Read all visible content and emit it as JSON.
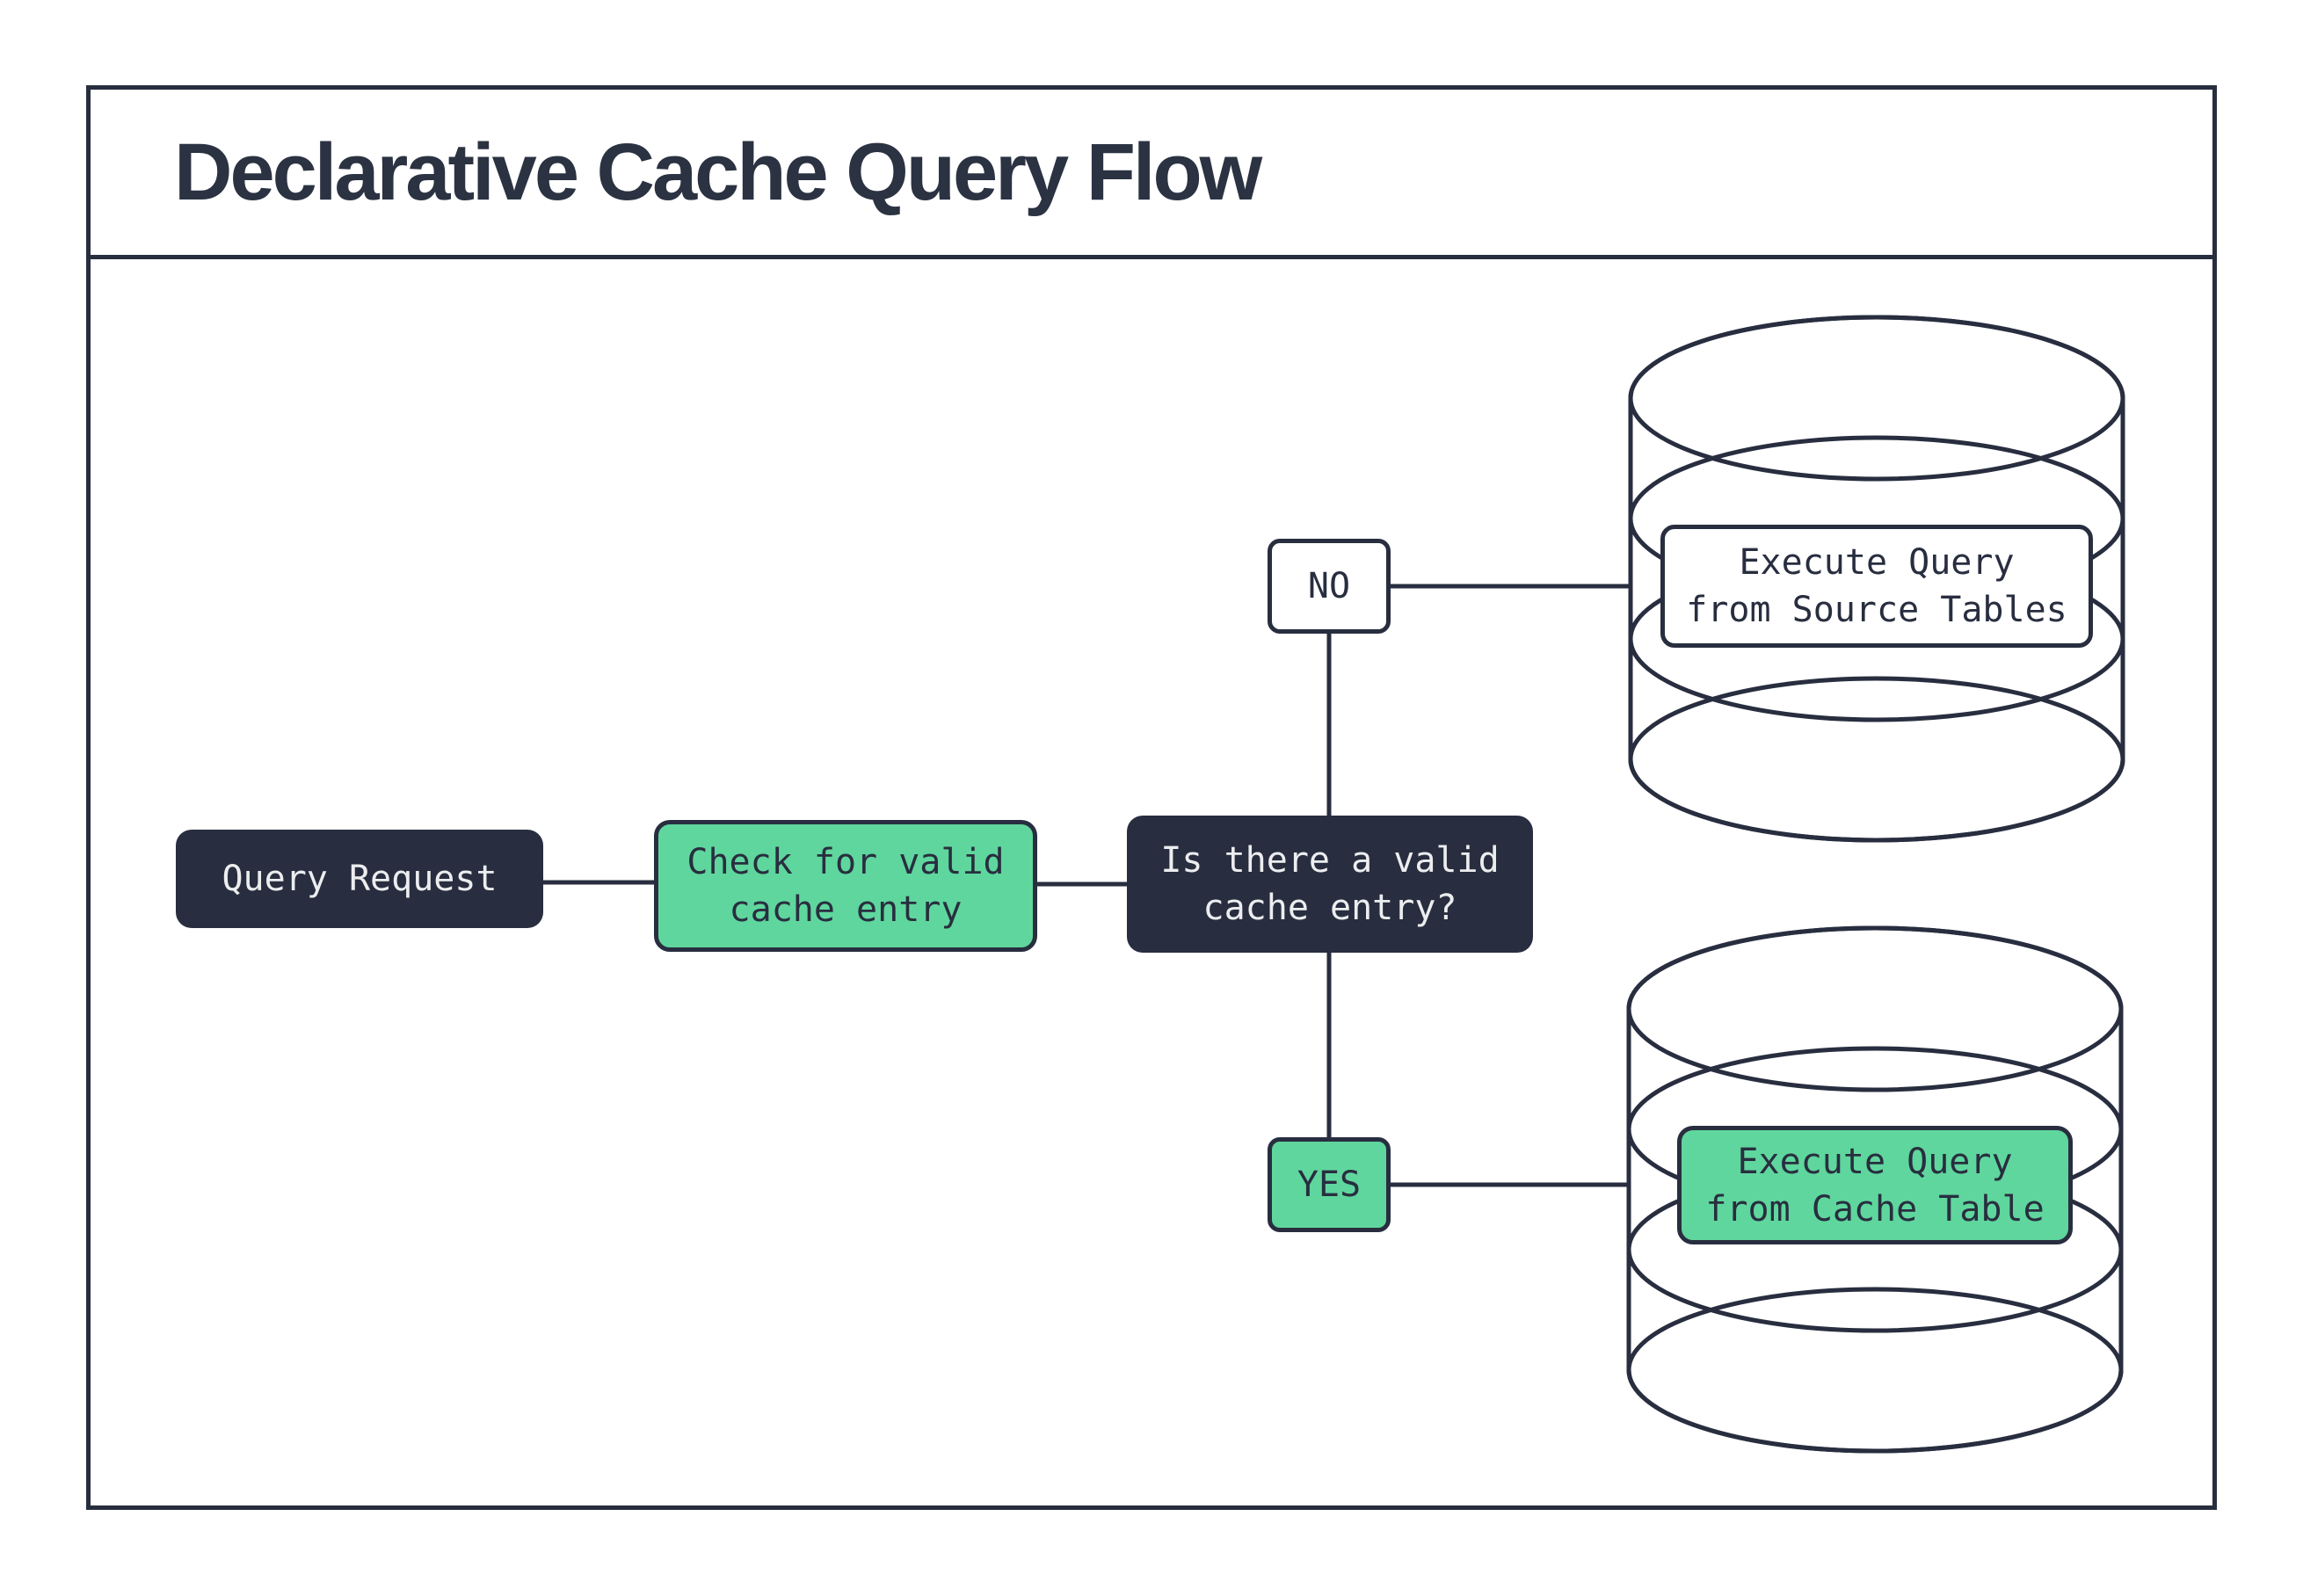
{
  "title": "Declarative Cache Query Flow",
  "colors": {
    "dark_navy": "#282E3F",
    "mint_green": "#5FD69D",
    "box_text_light": "#ECEDEF",
    "background": "#FFFFFF"
  },
  "nodes": {
    "query_request": {
      "label": "Query Request"
    },
    "check_cache": {
      "label": "Check for valid\ncache entry"
    },
    "decision": {
      "label": "Is there a valid\ncache entry?"
    },
    "no_branch": {
      "label": "NO"
    },
    "yes_branch": {
      "label": "YES"
    },
    "execute_source": {
      "label": "Execute Query\nfrom Source Tables"
    },
    "execute_cache": {
      "label": "Execute Query\nfrom Cache Table"
    }
  }
}
